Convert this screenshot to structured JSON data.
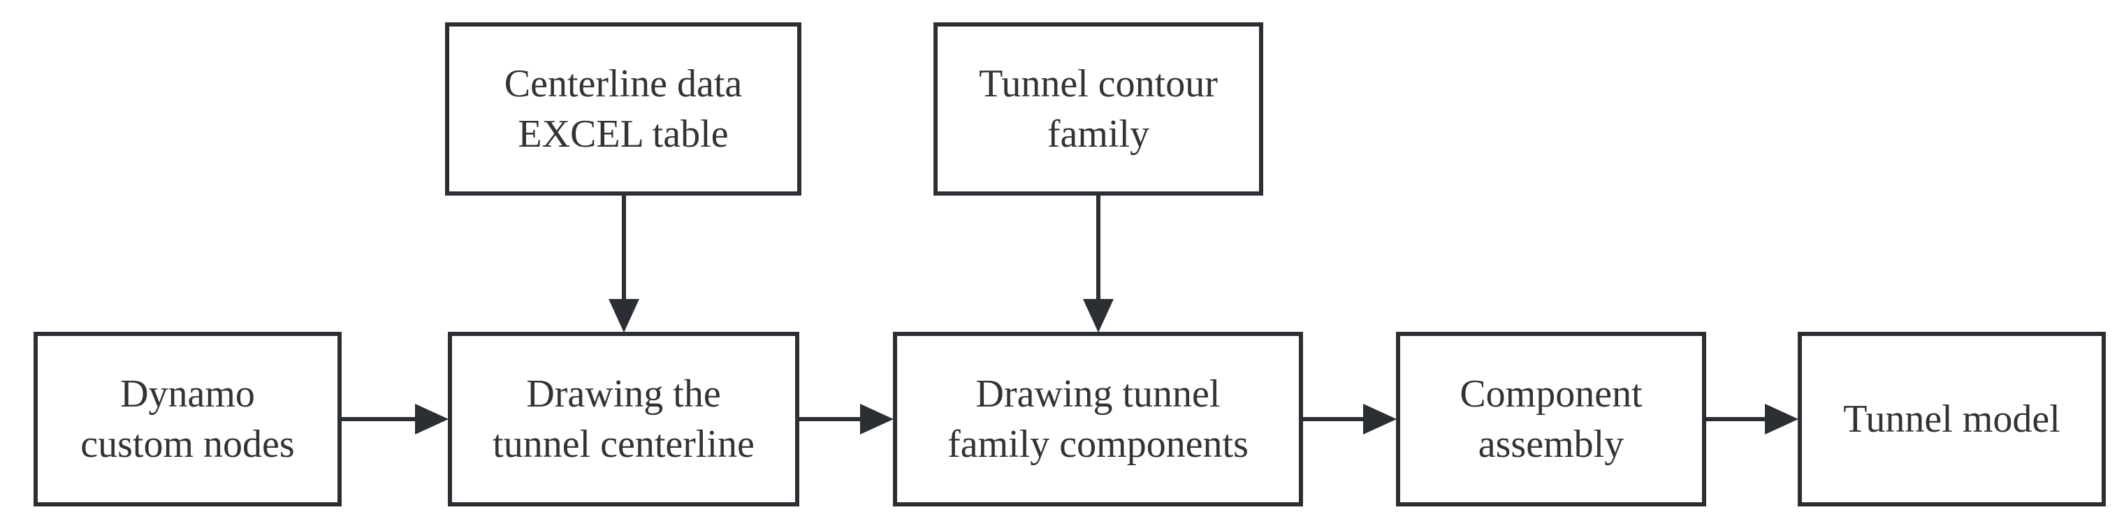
{
  "diagram": {
    "nodes": {
      "centerline_data": "Centerline data\nEXCEL table",
      "contour_family": "Tunnel contour\nfamily",
      "dynamo": "Dynamo\ncustom nodes",
      "draw_centerline": "Drawing the\ntunnel centerline",
      "draw_family": "Drawing tunnel\nfamily components",
      "assembly": "Component\nassembly",
      "tunnel_model": "Tunnel model"
    },
    "edges": [
      {
        "from": "centerline_data",
        "to": "draw_centerline"
      },
      {
        "from": "contour_family",
        "to": "draw_family"
      },
      {
        "from": "dynamo",
        "to": "draw_centerline"
      },
      {
        "from": "draw_centerline",
        "to": "draw_family"
      },
      {
        "from": "draw_family",
        "to": "assembly"
      },
      {
        "from": "assembly",
        "to": "tunnel_model"
      }
    ],
    "colors": {
      "stroke": "#2b2f33",
      "text": "#333333",
      "background": "#ffffff"
    }
  }
}
